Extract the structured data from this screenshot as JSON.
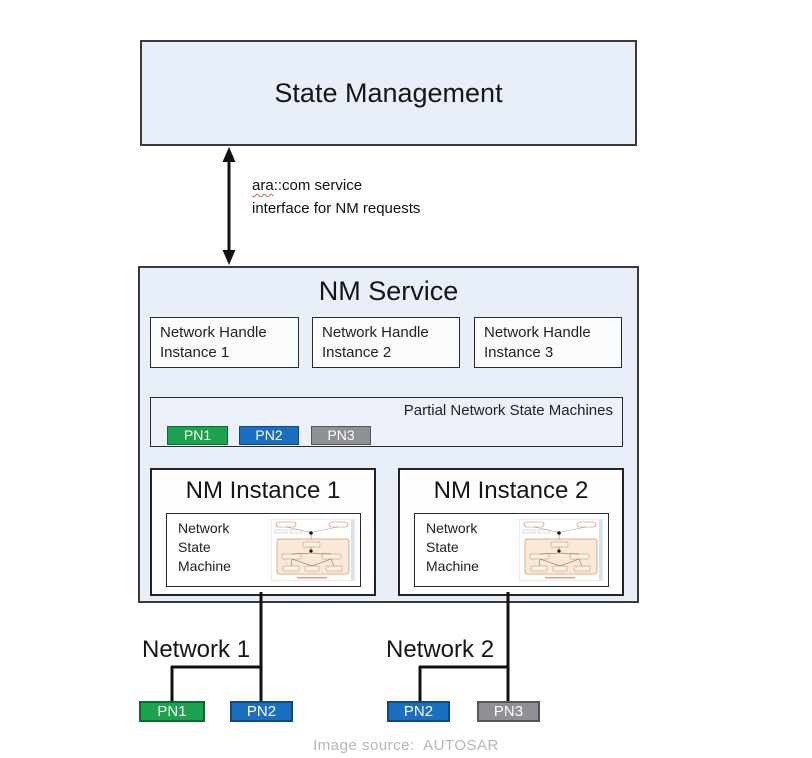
{
  "state_management": {
    "title": "State Management"
  },
  "arrow": {
    "label_word": "ara",
    "label_rest": "::com service",
    "label_line2": "interface for NM requests"
  },
  "nm_service": {
    "title": "NM Service",
    "handles": [
      {
        "line1": "Network Handle",
        "line2": "Instance 1"
      },
      {
        "line1": "Network Handle",
        "line2": "Instance 2"
      },
      {
        "line1": "Network Handle",
        "line2": "Instance 3"
      }
    ],
    "partial": {
      "title": "Partial Network State Machines",
      "badges": [
        {
          "label": "PN1",
          "fill": "#1ca350",
          "border": "#0d6b31"
        },
        {
          "label": "PN2",
          "fill": "#1b6fc0",
          "border": "#114a80"
        },
        {
          "label": "PN3",
          "fill": "#8f9093",
          "border": "#55565a"
        }
      ]
    },
    "instances": [
      {
        "title": "NM Instance 1",
        "inner_line1": "Network",
        "inner_line2": "State",
        "inner_line3": "Machine"
      },
      {
        "title": "NM Instance 2",
        "inner_line1": "Network",
        "inner_line2": "State",
        "inner_line3": "Machine"
      }
    ]
  },
  "networks": [
    {
      "label": "Network 1",
      "badges": [
        {
          "label": "PN1",
          "fill": "#1ca350",
          "border": "#0d6b31"
        },
        {
          "label": "PN2",
          "fill": "#1b6fc0",
          "border": "#114a80"
        }
      ]
    },
    {
      "label": "Network 2",
      "badges": [
        {
          "label": "PN2",
          "fill": "#1b6fc0",
          "border": "#114a80"
        },
        {
          "label": "PN3",
          "fill": "#8f9093",
          "border": "#55565a"
        }
      ]
    }
  ],
  "caption": "Image source:  AUTOSAR"
}
